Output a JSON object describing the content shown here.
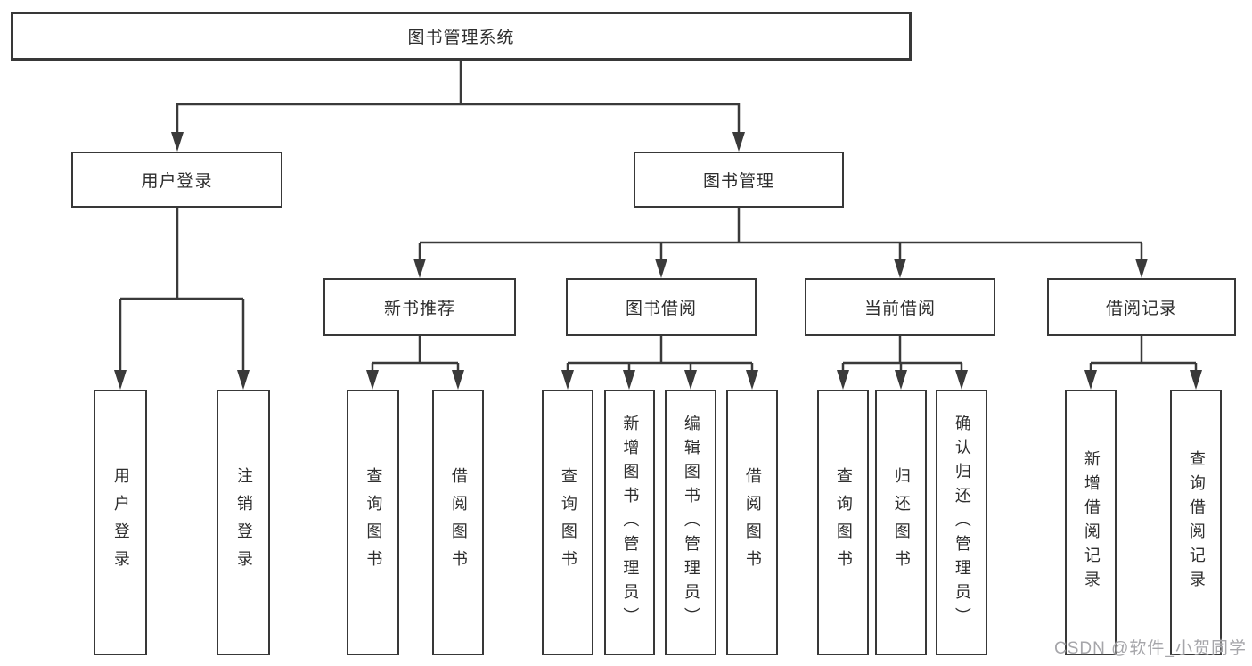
{
  "tree": {
    "root": "图书管理系统",
    "branches": [
      {
        "label": "用户登录",
        "children": [
          {
            "label": "用户登录"
          },
          {
            "label": "注销登录"
          }
        ]
      },
      {
        "label": "图书管理",
        "children": [
          {
            "label": "新书推荐",
            "children": [
              {
                "label": "查询图书"
              },
              {
                "label": "借阅图书"
              }
            ]
          },
          {
            "label": "图书借阅",
            "children": [
              {
                "label": "查询图书"
              },
              {
                "label": "新增图书（管理员）"
              },
              {
                "label": "编辑图书（管理员）"
              },
              {
                "label": "借阅图书"
              }
            ]
          },
          {
            "label": "当前借阅",
            "children": [
              {
                "label": "查询图书"
              },
              {
                "label": "归还图书"
              },
              {
                "label": "确认归还（管理员）"
              }
            ]
          },
          {
            "label": "借阅记录",
            "children": [
              {
                "label": "新增借阅记录"
              },
              {
                "label": "查询借阅记录"
              }
            ]
          }
        ]
      }
    ]
  },
  "watermark": "CSDN @软件_小贺同学",
  "colors": {
    "line": "#3a3a3a",
    "box_border": "#383838",
    "text": "#2e2e2e",
    "background": "#ffffff",
    "watermark": "#a6a6aa"
  }
}
